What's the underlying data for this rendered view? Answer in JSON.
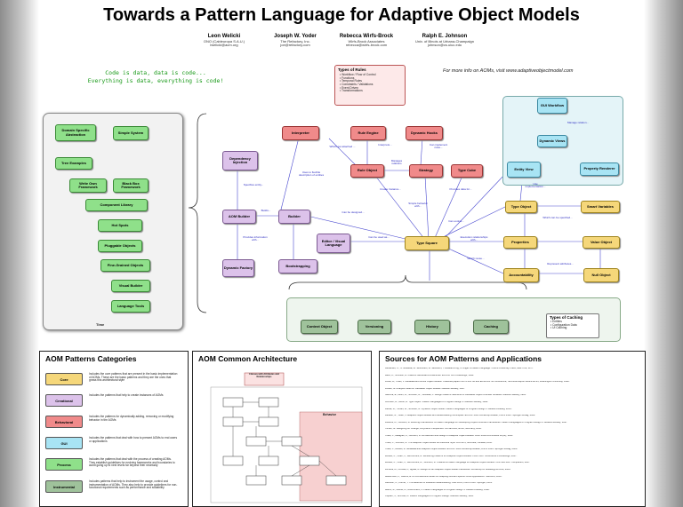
{
  "title": "Towards a Pattern Language for Adaptive Object Models",
  "authors": [
    {
      "name": "Leon Welicki",
      "affil": "ONO (Cableuropa S.A.U.)",
      "email": "lwelicki@acm.org"
    },
    {
      "name": "Joseph W. Yoder",
      "affil": "The Refactory, Inc.",
      "email": "joe@refactory.com"
    },
    {
      "name": "Rebecca Wirfs-Brock",
      "affil": "Wirfs-Brock Associates",
      "email": "rebecca@wirfs-brock.com"
    },
    {
      "name": "Ralph E. Johnson",
      "affil": "Univ. of Illinois at Urbana-Champaign",
      "email": "johnson@cs.uiuc.edu"
    }
  ],
  "quote": {
    "line1": "Code is data, data is code...",
    "line2": "Everything is data, everything is code!"
  },
  "more_info": "For more info on AOMs, visit www.adaptiveobjectmodel.com",
  "types_of_rules": {
    "title": "Types of Rules",
    "items": [
      "Workflow / Flow of Control",
      "Functions",
      "Temporal Rules",
      "Constraints / Validations",
      "Event Driven",
      "Transformations"
    ]
  },
  "types_of_caching": {
    "title": "Types of Caching",
    "items": [
      "Entities",
      "Configuration Data",
      "UI Caching"
    ]
  },
  "left_panel": {
    "boxes": [
      "Domain Specific Abstraction",
      "Simple System",
      "Tree Examples",
      "Write Own Framework",
      "Black Box Framework",
      "Component Library",
      "Hot Spots",
      "Pluggable Objects",
      "Fine-Grained Objects",
      "Visual Builder",
      "Language Tools"
    ],
    "time_label": "Time"
  },
  "nodes": {
    "interpreter": "Interpreter",
    "rule_engine": "Rule Engine",
    "dynamic_hooks": "Dynamic Hooks",
    "rule_object": "Rule Object",
    "strategy": "Strategy",
    "type_cube": "Type Cube",
    "dependency_injection": "Dependency Injection",
    "aom_builder": "AOM Builder",
    "builder": "Builder",
    "dynamic_factory": "Dynamic Factory",
    "bootstrapping": "Bootstrapping",
    "editor_visual_language": "Editor / Visual Language",
    "type_square": "Type Square",
    "type_object": "Type Object",
    "smart_variables": "Smart Variables",
    "properties": "Properties",
    "value_object": "Value Object",
    "accountability": "Accountability",
    "null_object": "Null Object",
    "gui_workflow": "GUI Workflow",
    "dynamic_views": "Dynamic Views",
    "entity_view": "Entity View",
    "property_renderer": "Property Renderer",
    "context_object": "Context Object",
    "versioning": "Versioning",
    "history": "History",
    "caching": "Caching"
  },
  "edge_labels": [
    "Manage relation...",
    "Interprets...",
    "Which get attached ...",
    "Manages relations",
    "Can implement rules...",
    "Use implementation...",
    "Uses to flexible description of entities",
    "Create Instance...",
    "Simple behavior with...",
    "Provides data for...",
    "Builds...",
    "Specifies entity...",
    "Provides information with...",
    "Can be designed...",
    "Can be used as...",
    "Can evolve...",
    "Which can be specified...",
    "Execution relationships with...",
    "Which reuse...",
    "Represent attributes..."
  ],
  "categories_panel": {
    "title": "AOM Patterns Categories",
    "items": [
      {
        "name": "Core",
        "desc": "Includes the core patterns that are present in the basic implementation of AOMs. These are the basic patterns and they are the ones that grows this architectural style"
      },
      {
        "name": "Creational",
        "desc": "Includes the patterns that help to create instances of AOMs"
      },
      {
        "name": "Behavioral",
        "desc": "Includes the patterns for dynamically adding, removing or modifying behavior in the AOMs"
      },
      {
        "name": "GUI",
        "desc": "Includes the patterns that deal with how to present AOMs to end users or applications"
      },
      {
        "name": "Process",
        "desc": "Includes the patterns that deal with the process of creating AOMs. They establish guidelines for evolving frameworks and boundaries to avoid going up to next levels far beyond their necessity"
      },
      {
        "name": "Instrumental",
        "desc": "Includes patterns that help to instrument the usage, control and instrumentation of AOMs. They also help to provide guidelines for non-functional requirements such as performance and scalability"
      }
    ]
  },
  "architecture_panel": {
    "title": "AOM Common Architecture",
    "entities_label": "Classes with Attributes and Relationships",
    "behavior_label": "Behavior"
  },
  "sources_panel": {
    "title": "Sources for AOM Patterns and Applications",
    "refs": [
      "Alexander, C., S. Ishikawa, M. Silverstein, M. Jacobson, I. Fiksdahl-King, S. Angel. A Pattern Language. Oxford University Press, New York, 1977.",
      "Beck, K., Johnson, R. Patterns Generate Architectures. ECOOP 94 Proceedings, 1994.",
      "Foote, B., Yoder, J. Metadata and Active Object-Models. Collected papers from PLoP 98 and EuroPLoP 98 Conference, Technical Report #wucs-98-25, Washington University, 1998.",
      "Fowler, M. Analysis Patterns: Reusable Object Models. Addison-Wesley, 1997.",
      "Gamma, E., Helm, R., Johnson, R., Vlissides, J. Design Patterns: Elements of Reusable Object-Oriented Software. Addison-Wesley, 1995.",
      "Johnson, R., Woolf, B. Type Object. Pattern Languages of Program Design 3. Addison-Wesley, 1998.",
      "Riehle, D., Tilman, M., Johnson, R. Dynamic Object Model. Pattern Languages of Program Design 5. Addison-Wesley, 2005.",
      "Revault, N., Yoder, J. Adaptive Object-Models and Metamodeling Techniques. ECOOP 2001 Workshop Reader, LNCS 2323. Springer-Verlag, 2002.",
      "Roberts, D., Johnson, R. Evolving Frameworks: A Pattern Language for Developing Object-Oriented Frameworks. Pattern Languages of Program Design 3. Addison-Wesley, 1997.",
      "Tilman, M. Designing for Change, a Dynamic Perspective. GCSE 2000, Erfurt, Germany, 2000.",
      "Yoder, J., Balaguer, F., Johnson, R. Architecture and Design of Adaptive Object-Models. ACM SIGPLAN Notices 36(12), 2001.",
      "Yoder, J., Johnson, R. The Adaptive Object-Model Architectural Style. WICSA 3, Montreal, Canada, 2002.",
      "Yoder, J., Razavi, R. Metadata and Adaptive Object-Models. ECOOP 2000 Workshop Reader, LNCS 1964. Springer-Verlag, 2000.",
      "Welicki, L., Yoder, J., Wirfs-Brock, R. Rendering Patterns for Adaptive Object-Models. PLoP 2007 Conference Proceedings, 2007.",
      "Welicki, L., Yoder, J., Wirfs-Brock, R., Johnson, R. Towards a Pattern Language for Adaptive Object Models. OOPSLA 2007 Companion, 2007.",
      "Ferreira, H., Correia, F., Aguiar, A. Design for an Adaptive Object-Model Framework. Workshop on Models@run.time, 2009.",
      "Matsumoto, P., Guerra, E. An Architectural Model for Adapting Domain-Specific AOM Applications. SBCARS, 2012.",
      "Atkinson, C., Kuhne, T. The Essence of Multilevel Metamodeling. UML 2001, LNCS 2185. Springer, 2001.",
      "Martin, R., Riehle, D., Buschmann, F. Pattern Languages of Program Design 3. Addison-Wesley, 1998.",
      "Coplien, J., Schmidt, D. Pattern Languages of Program Design. Addison-Wesley, 1995."
    ]
  },
  "colors": {
    "core": "#f5d77a",
    "creational": "#dcc2ea",
    "behavioral": "#f08a8a",
    "gui": "#a8e4f4",
    "process": "#8fe08a",
    "instrumental": "#9fc29b"
  }
}
